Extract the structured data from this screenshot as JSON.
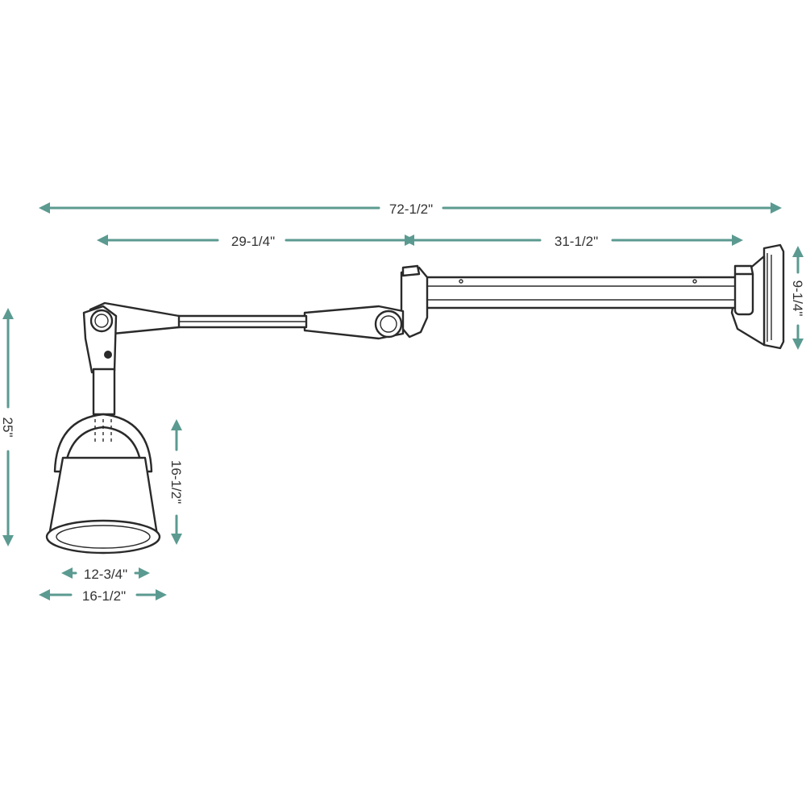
{
  "colors": {
    "dimension": "#5b9a90",
    "outline": "#2a2a2a",
    "background": "#ffffff"
  },
  "dimensions": {
    "overall_length": "72-1/2\"",
    "short_arm": "29-1/4\"",
    "long_arm": "31-1/2\"",
    "bracket_height": "9-1/4\"",
    "overall_height": "25\"",
    "shade_height": "16-1/2\"",
    "shade_inner_diameter": "12-3/4\"",
    "shade_outer_diameter": "16-1/2\""
  }
}
